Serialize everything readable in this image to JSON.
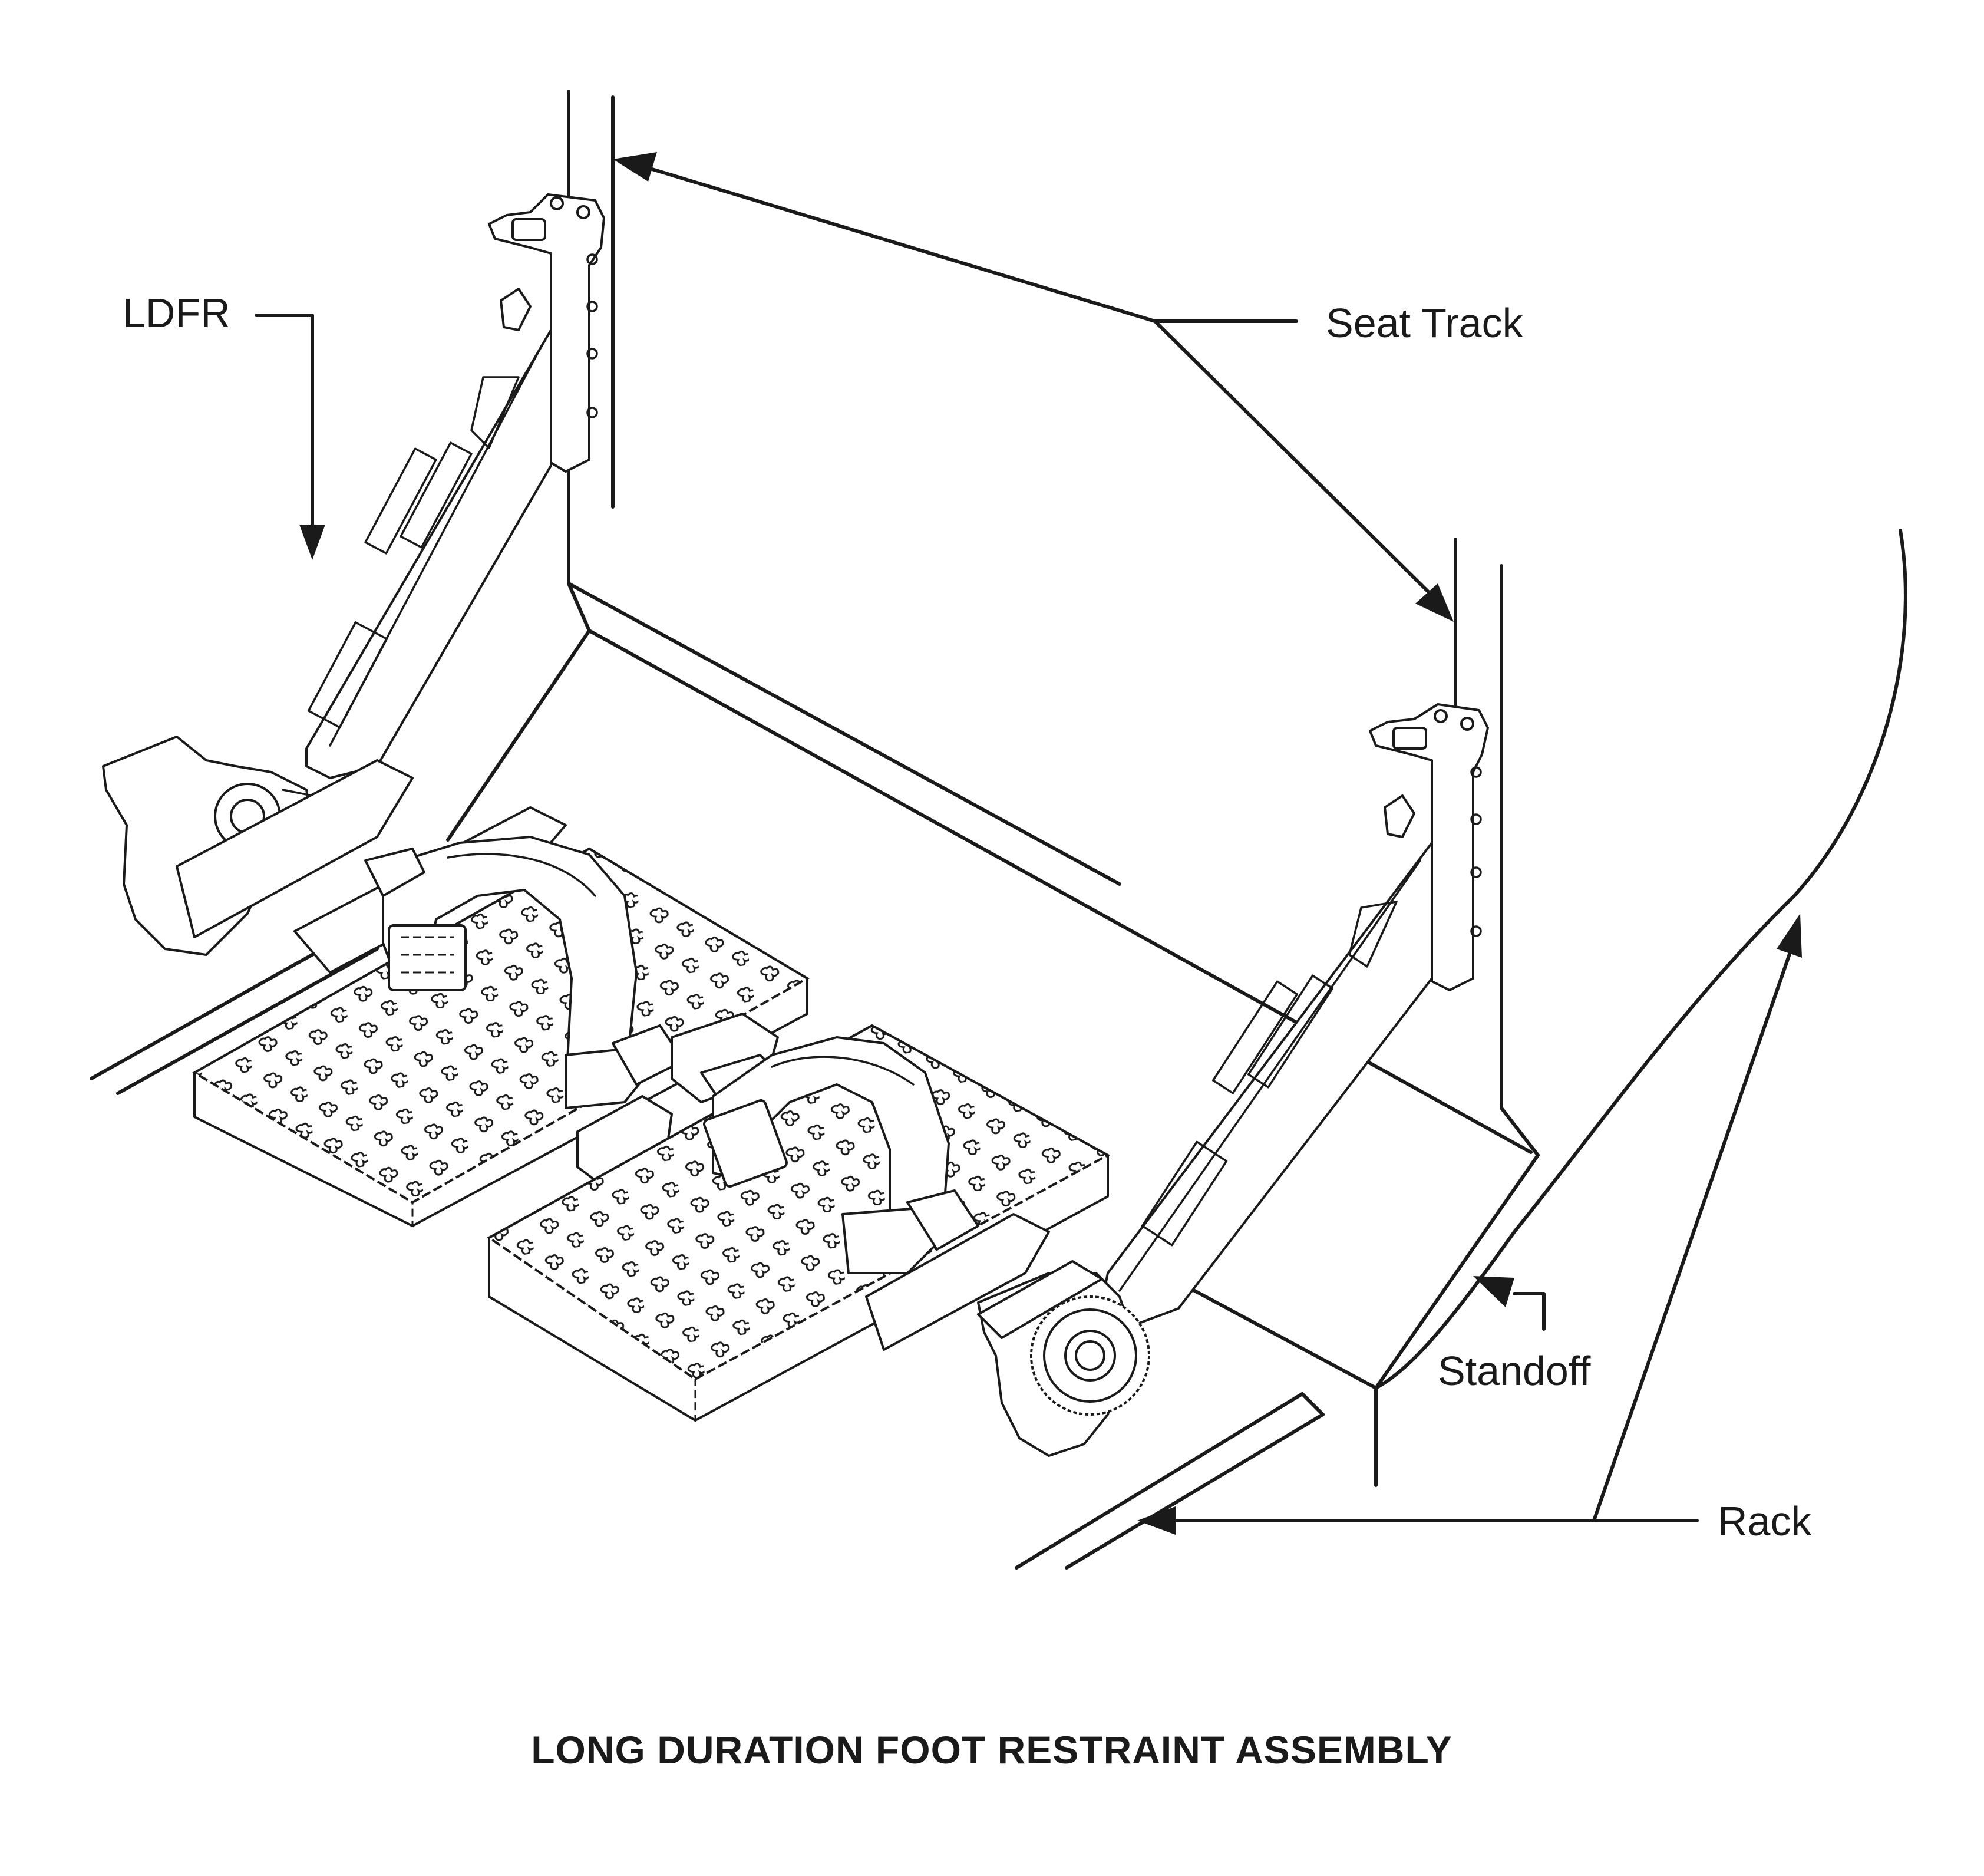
{
  "diagram": {
    "caption": "LONG DURATION FOOT RESTRAINT ASSEMBLY",
    "labels": {
      "ldfr": "LDFR",
      "seat_track": "Seat Track",
      "standoff": "Standoff",
      "rack": "Rack"
    },
    "colors": {
      "ink": "#1a1a1a",
      "paper": "#ffffff"
    }
  }
}
